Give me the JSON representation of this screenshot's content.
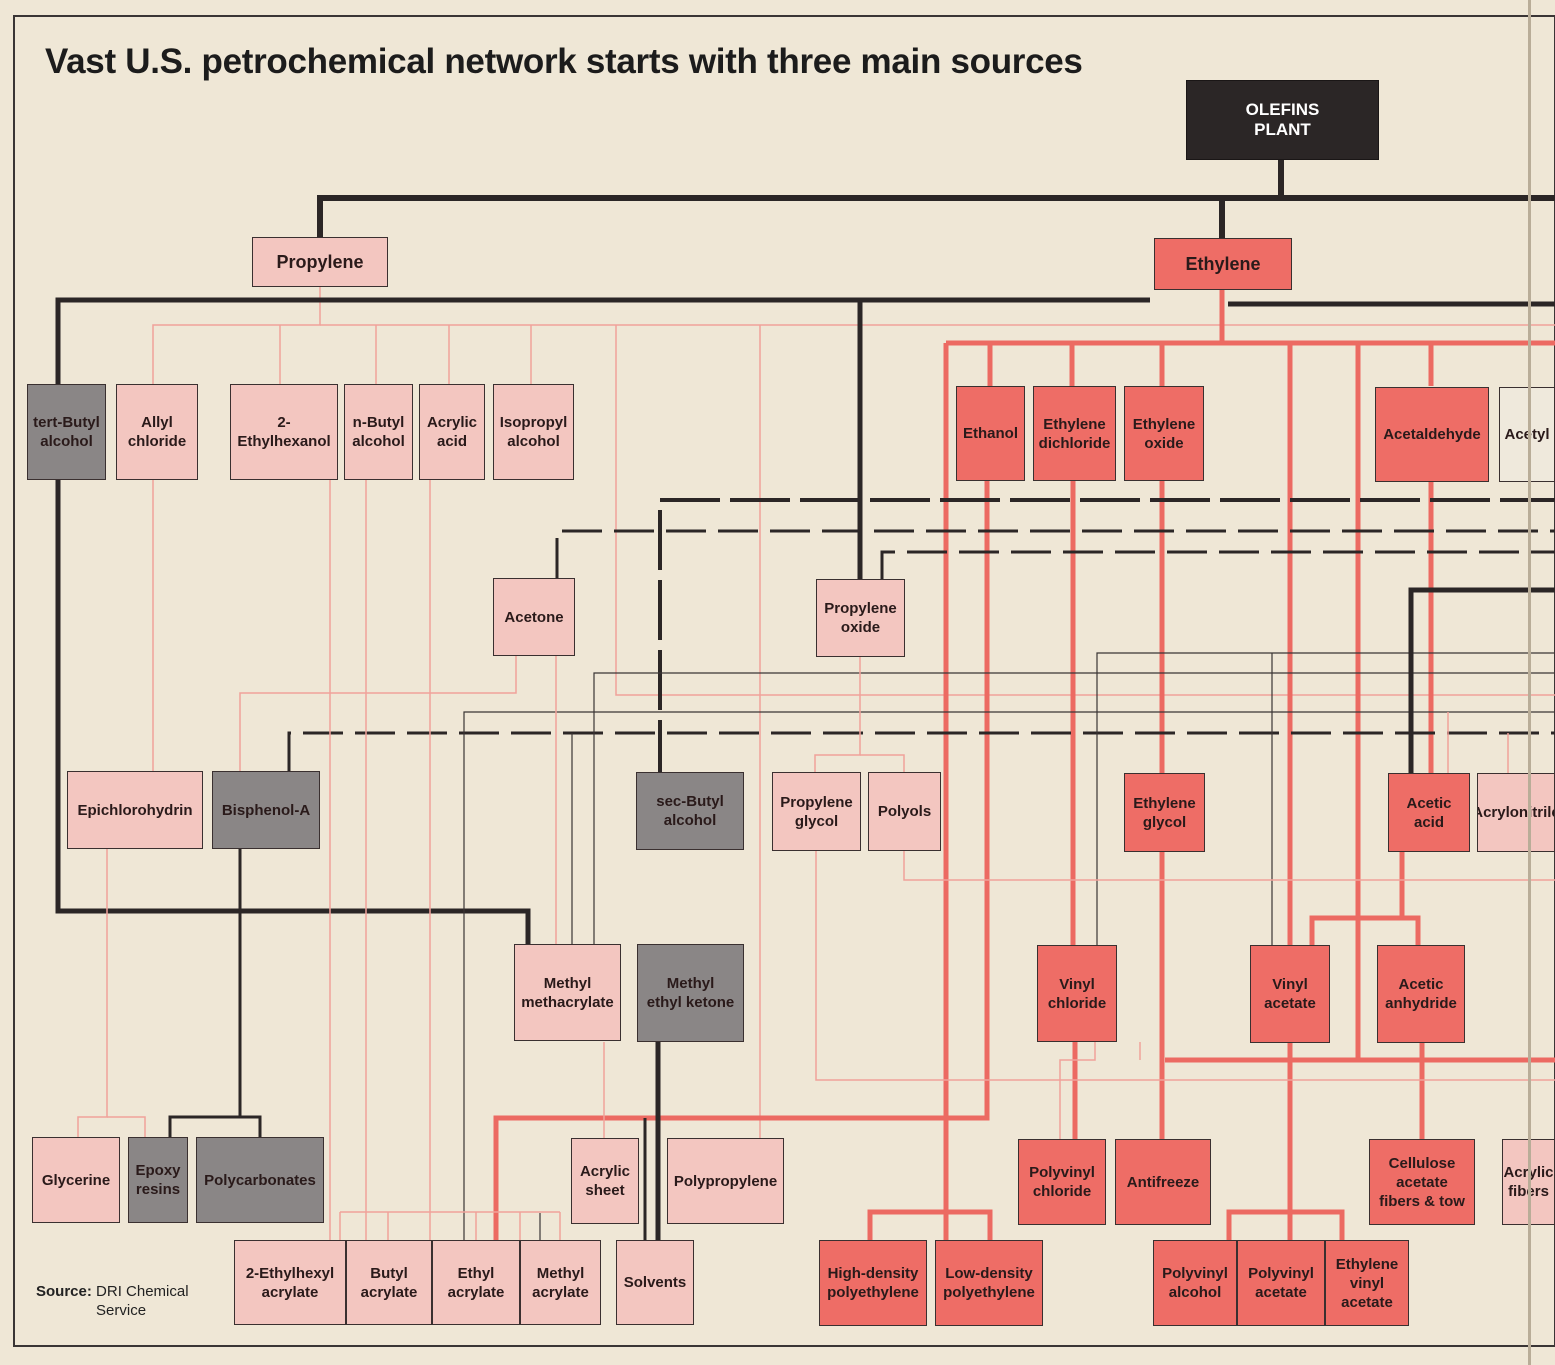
{
  "title": "Vast U.S. petrochemical network starts with three main sources",
  "source": {
    "label": "Source:",
    "text": "DRI Chemical\nService"
  },
  "colors": {
    "pink_box": "#f3c6c0",
    "red_box": "#ee6d66",
    "gray_box": "#8a8686",
    "dark_box": "#2b2626",
    "pink_line": "#f0a29a",
    "red_line": "#ec6a62",
    "dark_line": "#2b2626",
    "gray_line": "#3a3535"
  },
  "boxes": [
    {
      "id": "olefins-plant",
      "label": "OLEFINS\nPLANT",
      "type": "dark"
    },
    {
      "id": "propylene",
      "label": "Propylene",
      "type": "pink"
    },
    {
      "id": "ethylene",
      "label": "Ethylene",
      "type": "red"
    },
    {
      "id": "tert-butyl-alcohol",
      "label": "tert-Butyl\nalcohol",
      "type": "gray"
    },
    {
      "id": "allyl-chloride",
      "label": "Allyl\nchloride",
      "type": "pink"
    },
    {
      "id": "2-ethylhexanol",
      "label": "2-\nEthylhexanol",
      "type": "pink"
    },
    {
      "id": "n-butyl-alcohol",
      "label": "n-Butyl\nalcohol",
      "type": "pink"
    },
    {
      "id": "acrylic-acid",
      "label": "Acrylic\nacid",
      "type": "pink"
    },
    {
      "id": "isopropyl-alcohol",
      "label": "Isopropyl\nalcohol",
      "type": "pink"
    },
    {
      "id": "ethanol",
      "label": "Ethanol",
      "type": "red"
    },
    {
      "id": "ethylene-dichloride",
      "label": "Ethylene\ndichloride",
      "type": "red"
    },
    {
      "id": "ethylene-oxide",
      "label": "Ethylene\noxide",
      "type": "red"
    },
    {
      "id": "acetaldehyde",
      "label": "Acetaldehyde",
      "type": "red"
    },
    {
      "id": "acetyl",
      "label": "Acetyl",
      "type": "white"
    },
    {
      "id": "acetone",
      "label": "Acetone",
      "type": "pink"
    },
    {
      "id": "propylene-oxide",
      "label": "Propylene\noxide",
      "type": "pink"
    },
    {
      "id": "epichlorohydrin",
      "label": "Epichlorohydrin",
      "type": "pink"
    },
    {
      "id": "bisphenol-a",
      "label": "Bisphenol-A",
      "type": "gray"
    },
    {
      "id": "sec-butyl-alcohol",
      "label": "sec-Butyl\nalcohol",
      "type": "gray"
    },
    {
      "id": "propylene-glycol",
      "label": "Propylene\nglycol",
      "type": "pink"
    },
    {
      "id": "polyols",
      "label": "Polyols",
      "type": "pink"
    },
    {
      "id": "ethylene-glycol",
      "label": "Ethylene\nglycol",
      "type": "red"
    },
    {
      "id": "acetic-acid",
      "label": "Acetic\nacid",
      "type": "red"
    },
    {
      "id": "acrylonitrile",
      "label": "Acrylonitrile",
      "type": "pink"
    },
    {
      "id": "methyl-methacrylate",
      "label": "Methyl\nmethacrylate",
      "type": "pink"
    },
    {
      "id": "methyl-ethyl-ketone",
      "label": "Methyl\nethyl ketone",
      "type": "gray"
    },
    {
      "id": "vinyl-chloride",
      "label": "Vinyl\nchloride",
      "type": "red"
    },
    {
      "id": "vinyl-acetate",
      "label": "Vinyl\nacetate",
      "type": "red"
    },
    {
      "id": "acetic-anhydride",
      "label": "Acetic\nanhydride",
      "type": "red"
    },
    {
      "id": "glycerine",
      "label": "Glycerine",
      "type": "pink"
    },
    {
      "id": "epoxy-resins",
      "label": "Epoxy\nresins",
      "type": "gray"
    },
    {
      "id": "polycarbonates",
      "label": "Polycarbonates",
      "type": "gray"
    },
    {
      "id": "acrylic-sheet",
      "label": "Acrylic\nsheet",
      "type": "pink"
    },
    {
      "id": "polypropylene",
      "label": "Polypropylene",
      "type": "pink"
    },
    {
      "id": "polyvinyl-chloride",
      "label": "Polyvinyl\nchloride",
      "type": "red"
    },
    {
      "id": "antifreeze",
      "label": "Antifreeze",
      "type": "red"
    },
    {
      "id": "cellulose-acetate",
      "label": "Cellulose\nacetate\nfibers & tow",
      "type": "red"
    },
    {
      "id": "acrylic-fibers",
      "label": "Acrylic\nfibers",
      "type": "pink"
    },
    {
      "id": "2-ethylhexyl-acrylate",
      "label": "2-Ethylhexyl\nacrylate",
      "type": "pink"
    },
    {
      "id": "butyl-acrylate",
      "label": "Butyl\nacrylate",
      "type": "pink"
    },
    {
      "id": "ethyl-acrylate",
      "label": "Ethyl\nacrylate",
      "type": "pink"
    },
    {
      "id": "methyl-acrylate",
      "label": "Methyl\nacrylate",
      "type": "pink"
    },
    {
      "id": "solvents",
      "label": "Solvents",
      "type": "pink"
    },
    {
      "id": "high-density-polyethylene",
      "label": "High-density\npolyethylene",
      "type": "red"
    },
    {
      "id": "low-density-polyethylene",
      "label": "Low-density\npolyethylene",
      "type": "red"
    },
    {
      "id": "polyvinyl-alcohol",
      "label": "Polyvinyl\nalcohol",
      "type": "red"
    },
    {
      "id": "polyvinyl-acetate",
      "label": "Polyvinyl\nacetate",
      "type": "red"
    },
    {
      "id": "ethylene-vinyl-acetate",
      "label": "Ethylene\nvinyl\nacetate",
      "type": "red"
    }
  ]
}
